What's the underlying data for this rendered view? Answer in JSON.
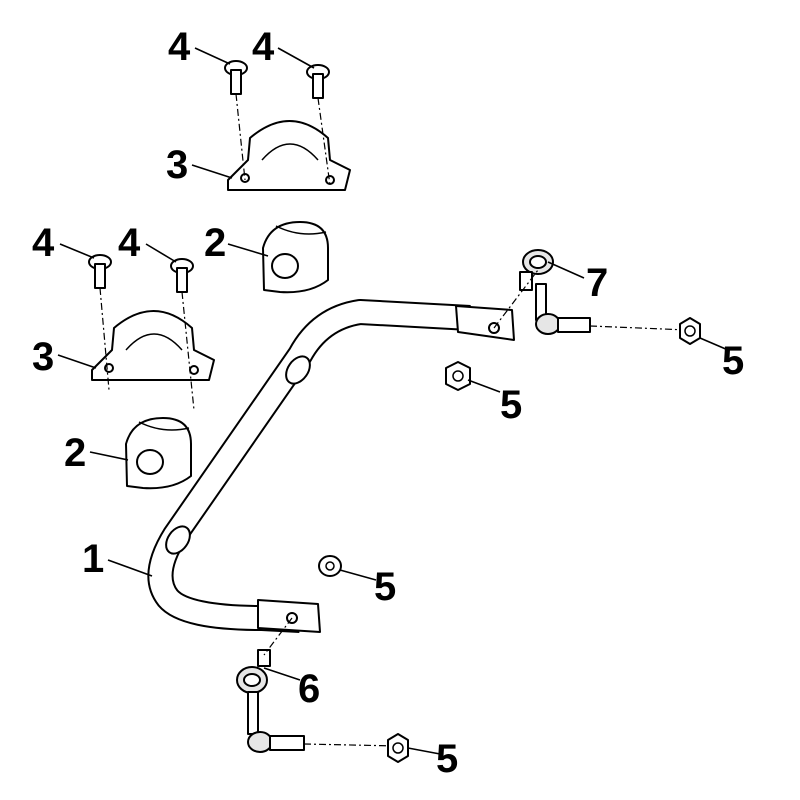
{
  "diagram": {
    "callouts": {
      "c1": "1",
      "c2a": "2",
      "c2b": "2",
      "c3a": "3",
      "c3b": "3",
      "c4a": "4",
      "c4b": "4",
      "c4c": "4",
      "c4d": "4",
      "c5a": "5",
      "c5b": "5",
      "c5c": "5",
      "c5d": "5",
      "c6": "6",
      "c7": "7"
    },
    "colors": {
      "line": "#000000",
      "background": "#ffffff",
      "shade": "#e6e6e6"
    }
  }
}
